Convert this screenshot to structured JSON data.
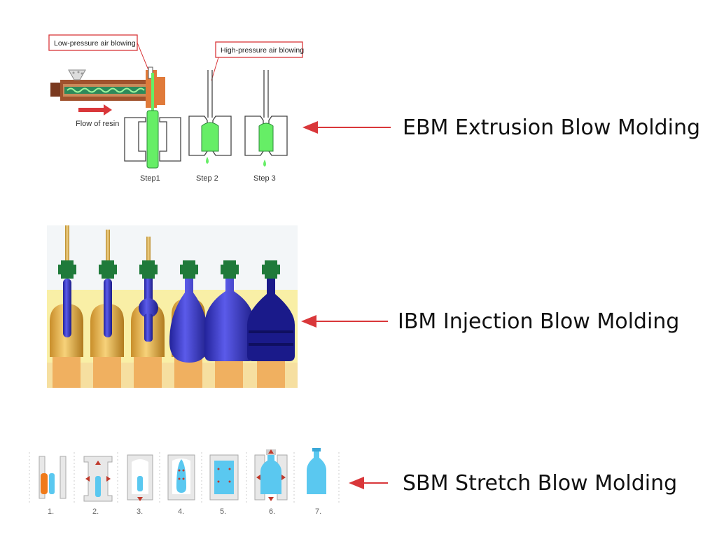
{
  "ebm": {
    "label_low_pressure": "Low-pressure air blowing",
    "label_high_pressure": "High-pressure air blowing",
    "label_flow": "Flow of resin",
    "steps": [
      "Step1",
      "Step 2",
      "Step 3"
    ],
    "caption": "EBM Extrusion Blow Molding"
  },
  "ibm": {
    "caption": "IBM Injection Blow Molding"
  },
  "sbm": {
    "steps": [
      "1.",
      "2.",
      "3.",
      "4.",
      "5.",
      "6.",
      "7."
    ],
    "caption": "SBM Stretch Blow Molding"
  },
  "colors": {
    "arrow": "#d9373a",
    "resin_green": "#66ee66",
    "ibm_bg": "#f8f0a8",
    "ibm_cap": "#1f7a3a",
    "ibm_blue": "#3333cc",
    "sbm_blue": "#5ac8f0"
  }
}
